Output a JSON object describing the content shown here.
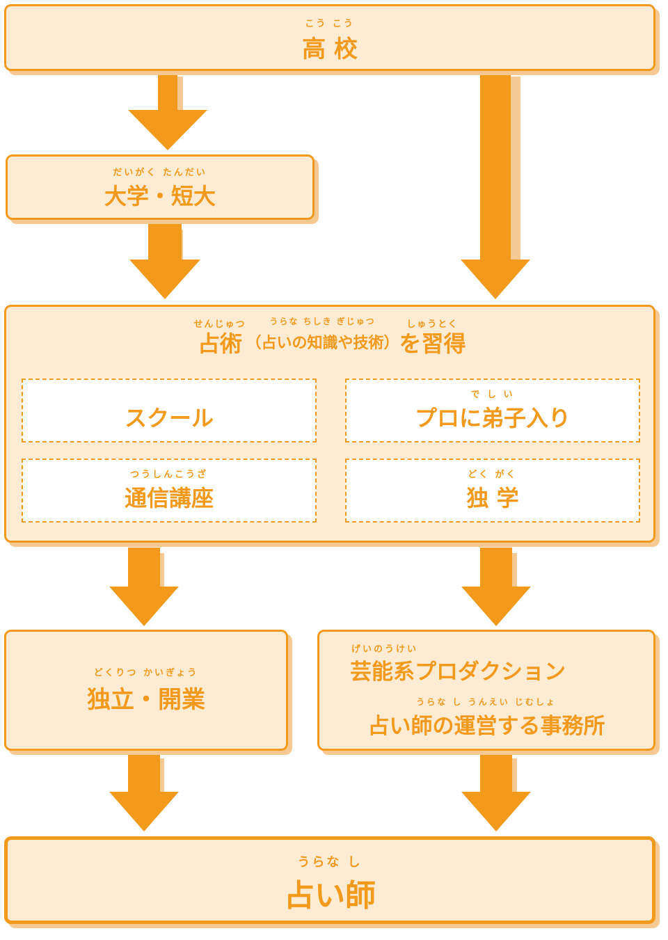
{
  "high_school": {
    "ruby": "こう こう",
    "label": "高 校"
  },
  "university": {
    "ruby": "だいがく たんだい",
    "label": "大学・短大"
  },
  "study": {
    "ruby_main": "せんじゅつ",
    "title_main": "占術",
    "ruby_paren": "うらな ちしき ぎじゅつ",
    "title_paren": "（占いの知識や技術）",
    "ruby_end": "しゅうとく",
    "title_end": "を習得",
    "options": {
      "school": {
        "ruby": "",
        "label": "スクール"
      },
      "apprentice": {
        "ruby": "で し い",
        "label": "プロに弟子入り"
      },
      "correspondence": {
        "ruby": "つうしんこうざ",
        "label": "通信講座"
      },
      "self_study": {
        "ruby": "どく がく",
        "label": "独 学"
      }
    }
  },
  "independent": {
    "ruby": "どくりつ かいぎょう",
    "label": "独立・開業"
  },
  "agency": {
    "ruby1": "げいのうけい",
    "line1": "芸能系プロダクション",
    "ruby2": "うらな し うんえい じむしょ",
    "line2": "占い師の運営する事務所"
  },
  "fortune_teller": {
    "ruby": "うらな し",
    "label": "占い師"
  },
  "colors": {
    "accent": "#f39a1d",
    "fill": "#fdebd3",
    "shadow": "#f7c992"
  }
}
